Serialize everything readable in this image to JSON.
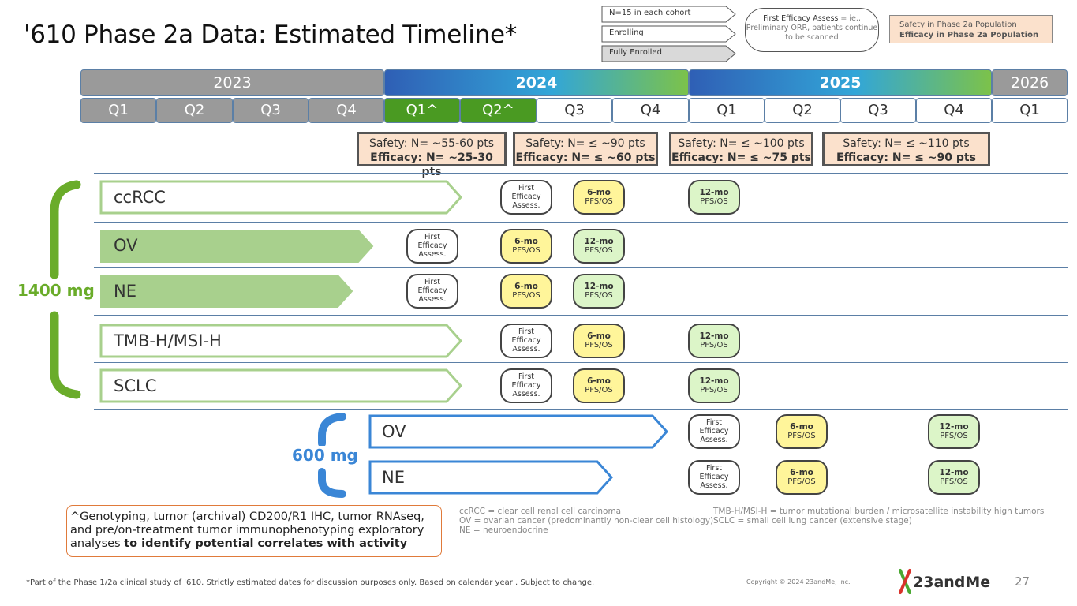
{
  "title": "'610 Phase 2a Data: Estimated Timeline*",
  "legend": {
    "arrows": [
      "N=15 in each cohort",
      "Enrolling",
      "Fully Enrolled"
    ],
    "pill_text": "First Efficacy Assess = ie., Preliminary ORR, patients continue to be scanned",
    "pill_bold": "First Efficacy Assess",
    "pill_rest": " = ie., Preliminary ORR, patients continue to be scanned",
    "safety_line1": "Safety in Phase 2a Population",
    "safety_line2": "Efficacy in Phase 2a Population"
  },
  "years": [
    "2023",
    "2024",
    "2025",
    "2026"
  ],
  "quarters": [
    "Q1",
    "Q2",
    "Q3",
    "Q4",
    "Q1^",
    "Q2^",
    "Q3",
    "Q4",
    "Q1",
    "Q2",
    "Q3",
    "Q4",
    "Q1"
  ],
  "populations": [
    {
      "safety": "Safety: N= ~55-60 pts",
      "efficacy": "Efficacy: N= ~25-30 pts"
    },
    {
      "safety": "Safety: N= ≤ ~90 pts",
      "efficacy": "Efficacy: N= ≤ ~60 pts"
    },
    {
      "safety": "Safety: N= ≤ ~100 pts",
      "efficacy": "Efficacy: N= ≤ ~75 pts"
    },
    {
      "safety": "Safety: N= ≤ ~110 pts",
      "efficacy": "Efficacy: N= ≤ ~90 pts"
    }
  ],
  "dose_high": "1400 mg",
  "dose_low": "600 mg",
  "cohorts_high": [
    "ccRCC",
    "OV",
    "NE",
    "TMB-H/MSI-H",
    "SCLC"
  ],
  "cohorts_low": [
    "OV",
    "NE"
  ],
  "pills": {
    "first_l1": "First",
    "first_l2": "Efficacy",
    "first_l3": "Assess.",
    "six_l1": "6-mo",
    "twelve_l1": "12-mo",
    "pfs": "PFS/OS"
  },
  "footnote_text": "^Genotyping, tumor (archival) CD200/R1 IHC, tumor RNAseq, and pre/on-treatment tumor immunophenotyping exploratory analyses ",
  "footnote_bold": "to identify potential correlates with activity",
  "abbreviations": {
    "col1": [
      "ccRCC = clear cell renal cell carcinoma",
      "OV = ovarian cancer (predominantly non-clear cell histology)",
      "NE = neuroendocrine"
    ],
    "col2": [
      "TMB-H/MSI-H = tumor mutational burden / microsatellite instability high tumors",
      "SCLC = small cell lung cancer (extensive stage)"
    ]
  },
  "bottom_note": "*Part of the Phase 1/2a clinical study of '610. Strictly estimated dates for discussion purposes only. Based on calendar year . Subject to change.",
  "copyright": "Copyright © 2024 23andMe, Inc.",
  "logo": "23andMe",
  "page_number": "27",
  "colors": {
    "green": "#6aac2a",
    "light_green": "#a8d08d",
    "blue": "#3a86d6",
    "peach": "#fbe1cc",
    "yellow": "#fff59a"
  }
}
